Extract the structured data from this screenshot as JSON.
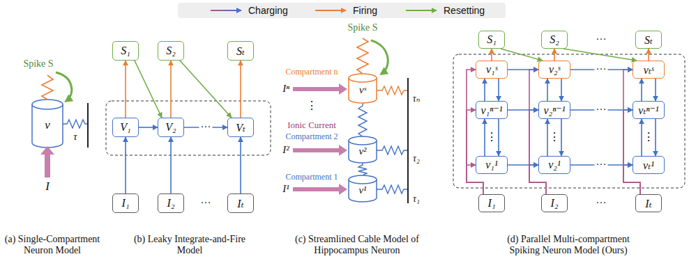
{
  "diagram": {
    "nodes": [
      {
        "text": [
          "S₁"
        ]
      },
      {
        "text": [
          "S₂"
        ]
      },
      {
        "text": [
          "Sₜ"
        ]
      },
      {
        "text": [
          "V₁"
        ]
      },
      {
        "text": [
          "V₂"
        ]
      },
      {
        "text": [
          "Vₜ"
        ]
      },
      {
        "text": [
          "I₁"
        ]
      },
      {
        "text": [
          "I₂"
        ]
      },
      {
        "text": [
          "Iₜ"
        ]
      },
      {
        "text": [
          "S₁"
        ]
      },
      {
        "text": [
          "S₂"
        ]
      },
      {
        "text": [
          "Sₜ"
        ]
      },
      {
        "text": [
          "v₁ˢ"
        ]
      },
      {
        "text": [
          "v₂ˢ"
        ]
      },
      {
        "text": [
          "vₜˢ"
        ]
      },
      {
        "text": [
          "v₁ⁿ⁻¹"
        ]
      },
      {
        "text": [
          "v₂ⁿ⁻¹"
        ]
      },
      {
        "text": [
          "vₜⁿ⁻¹"
        ]
      },
      {
        "text": [
          "v₁¹"
        ]
      },
      {
        "text": [
          "v₂¹"
        ]
      },
      {
        "text": [
          "vₜ¹"
        ]
      },
      {
        "text": [
          "I₁"
        ]
      },
      {
        "text": [
          "I₂"
        ]
      },
      {
        "text": [
          "Iₜ"
        ]
      }
    ],
    "edges": [
      {
        "from": 6,
        "to": 3,
        "arrow": "to"
      },
      {
        "from": 7,
        "to": 4,
        "arrow": "to"
      },
      {
        "from": 8,
        "to": 5,
        "arrow": "to"
      },
      {
        "from": 3,
        "to": 0,
        "arrow": "to"
      },
      {
        "from": 4,
        "to": 1,
        "arrow": "to"
      },
      {
        "from": 5,
        "to": 2,
        "arrow": "to"
      },
      {
        "from": 0,
        "to": 4,
        "arrow": "to"
      },
      {
        "from": 1,
        "to": 5,
        "arrow": "to"
      },
      {
        "from": 3,
        "to": 4,
        "arrow": "to"
      },
      {
        "from": 4,
        "to": 5,
        "arrow": "to"
      },
      {
        "from": 21,
        "to": 18,
        "arrow": "to"
      },
      {
        "from": 21,
        "to": 15,
        "arrow": "to"
      },
      {
        "from": 21,
        "to": 12,
        "arrow": "to"
      },
      {
        "from": 18,
        "to": 15,
        "arrow": "to"
      },
      {
        "from": 15,
        "to": 18,
        "arrow": "to"
      },
      {
        "from": 15,
        "to": 12,
        "arrow": "to"
      },
      {
        "from": 12,
        "to": 15,
        "arrow": "to"
      },
      {
        "from": 12,
        "to": 9,
        "arrow": "to"
      },
      {
        "from": 22,
        "to": 19,
        "arrow": "to"
      },
      {
        "from": 22,
        "to": 16,
        "arrow": "to"
      },
      {
        "from": 22,
        "to": 13,
        "arrow": "to"
      },
      {
        "from": 19,
        "to": 16,
        "arrow": "to"
      },
      {
        "from": 16,
        "to": 19,
        "arrow": "to"
      },
      {
        "from": 16,
        "to": 13,
        "arrow": "to"
      },
      {
        "from": 13,
        "to": 16,
        "arrow": "to"
      },
      {
        "from": 13,
        "to": 10,
        "arrow": "to"
      },
      {
        "from": 23,
        "to": 20,
        "arrow": "to"
      },
      {
        "from": 23,
        "to": 17,
        "arrow": "to"
      },
      {
        "from": 23,
        "to": 14,
        "arrow": "to"
      },
      {
        "from": 20,
        "to": 17,
        "arrow": "to"
      },
      {
        "from": 17,
        "to": 20,
        "arrow": "to"
      },
      {
        "from": 17,
        "to": 14,
        "arrow": "to"
      },
      {
        "from": 14,
        "to": 17,
        "arrow": "to"
      },
      {
        "from": 14,
        "to": 11,
        "arrow": "to"
      },
      {
        "from": 12,
        "to": 13,
        "arrow": "to"
      },
      {
        "from": 13,
        "to": 14,
        "arrow": "to"
      },
      {
        "from": 15,
        "to": 16,
        "arrow": "to"
      },
      {
        "from": 16,
        "to": 17,
        "arrow": "to"
      },
      {
        "from": 18,
        "to": 19,
        "arrow": "to"
      },
      {
        "from": 19,
        "to": 20,
        "arrow": "to"
      },
      {
        "from": 9,
        "to": 13,
        "arrow": "to"
      },
      {
        "from": 10,
        "to": 14,
        "arrow": "to"
      }
    ],
    "labels": [
      "Spike S",
      "v",
      "τ",
      "I",
      "(a) Single-Compartment Neuron Model",
      "···",
      "···",
      "(b) Leaky Integrate-and-Fire Model",
      "Spike S",
      "Compartment n",
      "Iⁿ",
      "vˢ",
      "τₙ",
      "Ionic Current",
      "⋮",
      "Compartment 2",
      "I²",
      "v²",
      "τ₂",
      "Compartment 1",
      "I¹",
      "v¹",
      "τ₁",
      "(c) Streamlined Cable Model of Hippocampus Neuron",
      "···",
      "···",
      "···",
      "⋮",
      "⋮",
      "⋮",
      "···",
      "···",
      "(d) Parallel Multi-compartment Spiking Neuron Model (Ours)"
    ],
    "legend": [
      {
        "text": "Charging"
      },
      {
        "text": "Firing"
      },
      {
        "text": "Resetting"
      }
    ]
  }
}
